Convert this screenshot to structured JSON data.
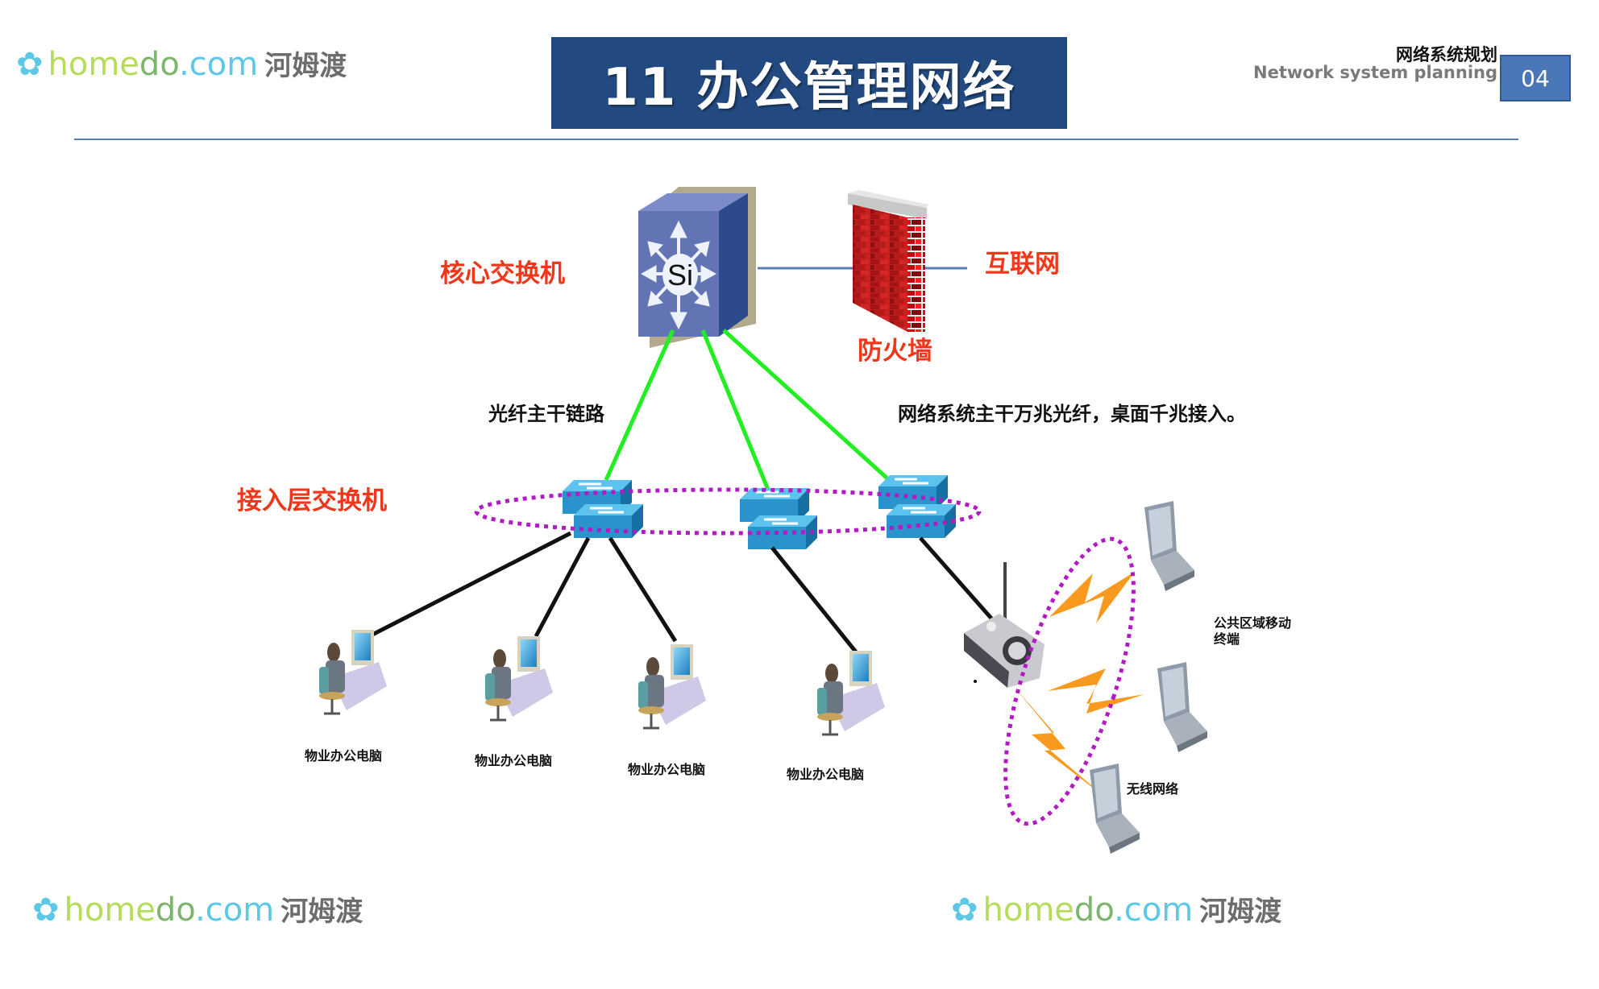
{
  "header": {
    "title": "11 办公管理网络",
    "section_title_cn": "网络系统规划",
    "section_title_en": "Network system planning",
    "page_number": "04"
  },
  "diagram": {
    "core_switch": {
      "label": "核心交换机",
      "icon_text": "Si"
    },
    "firewall": {
      "label": "防火墙"
    },
    "internet": {
      "label": "互联网"
    },
    "backbone_link_label": "光纤主干链路",
    "backbone_description": "网络系统主干万兆光纤，桌面千兆接入。",
    "access_layer": {
      "label": "接入层交换机"
    },
    "office_pcs": [
      {
        "label": "物业办公电脑"
      },
      {
        "label": "物业办公电脑"
      },
      {
        "label": "物业办公电脑"
      },
      {
        "label": "物业办公电脑"
      }
    ],
    "wireless": {
      "label": "无线网络"
    },
    "mobile_terminals": {
      "label_line1": "公共区域移动",
      "label_line2": "终端"
    }
  },
  "watermark": {
    "brand_h": "home",
    "brand_d": "do",
    "brand_c": ".com",
    "brand_cn": "河姆渡"
  },
  "colors": {
    "title_bg": "#234a80",
    "accent_red": "#f0371a",
    "fiber_green": "#22ee22",
    "ring_purple": "#b319c4",
    "lightning_orange": "#f79a1e",
    "page_badge": "#4a77b8"
  }
}
